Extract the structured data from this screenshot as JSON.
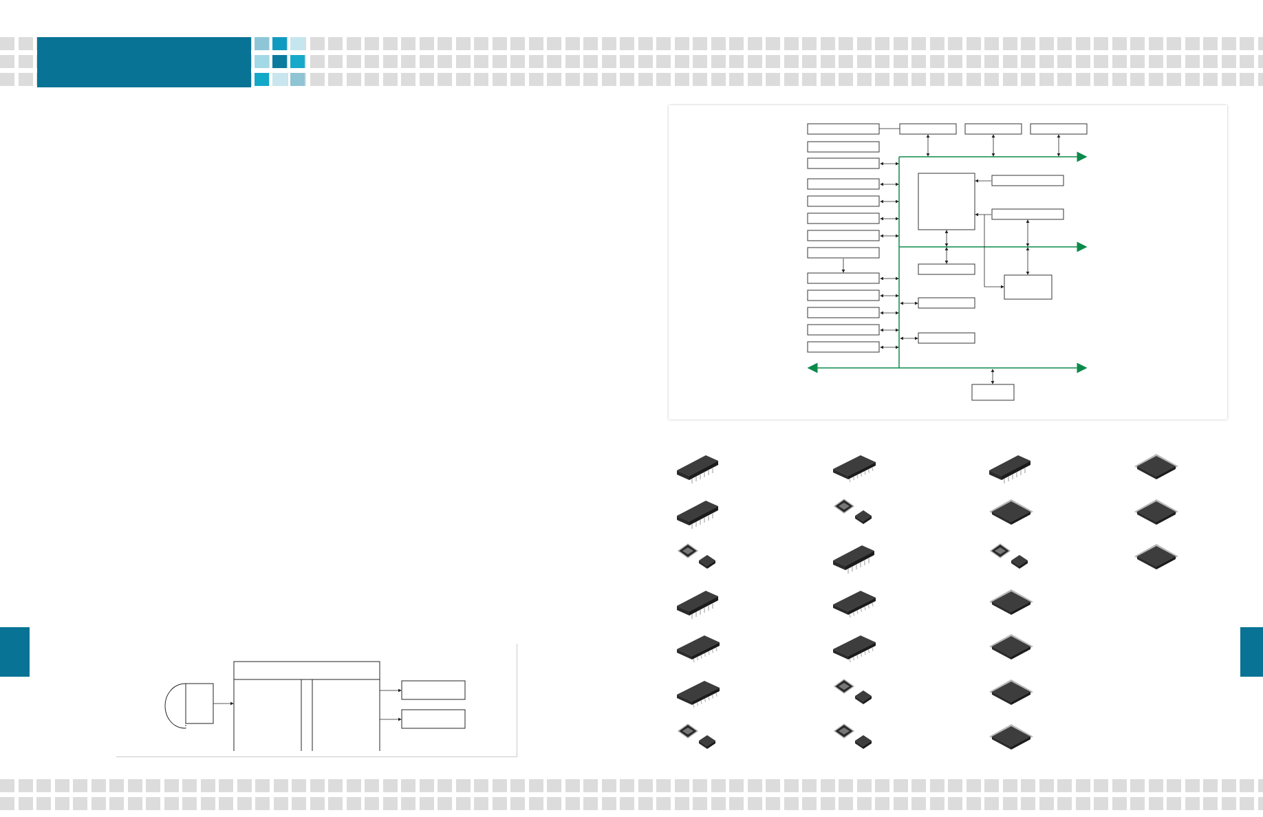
{
  "page": {
    "header_color": "#087394",
    "accent_colors": [
      "#8ec6d8",
      "#119ac0",
      "#c6e6ef",
      "#a3d8e6",
      "#0a7a9d",
      "#17a9c9",
      "#12a8c8",
      "#c9e5ee",
      "#8fc4d4"
    ],
    "tile_color": "#dcdcdc",
    "bus_color": "#0b8a4a"
  },
  "block_diagram": {
    "left_blocks": 13,
    "top_blocks": 3,
    "buses": 3
  },
  "sensor_diagram": {
    "output_blocks": 2
  },
  "package_gallery": {
    "columns": [
      [
        "dip-8-icon",
        "sip-icon",
        "dfn-icon",
        "dip-16-icon",
        "sop-16-icon",
        "sop-20-icon",
        "qfn-a-icon"
      ],
      [
        "sop-24-icon",
        "qfn-b-icon",
        "dip-24-icon",
        "sop-28-icon",
        "ssop-28-icon",
        "qfn-c-icon",
        "qfn-d-icon"
      ],
      [
        "dip-32-icon",
        "qfp-32-icon",
        "qfn-e-icon",
        "lqfp-44-icon",
        "lqfp-48-icon",
        "lqfp-64-icon",
        "tqfp-64-icon"
      ],
      [
        "qfp-80-icon",
        "qfp-100-icon",
        "qfp-128-icon"
      ]
    ]
  }
}
